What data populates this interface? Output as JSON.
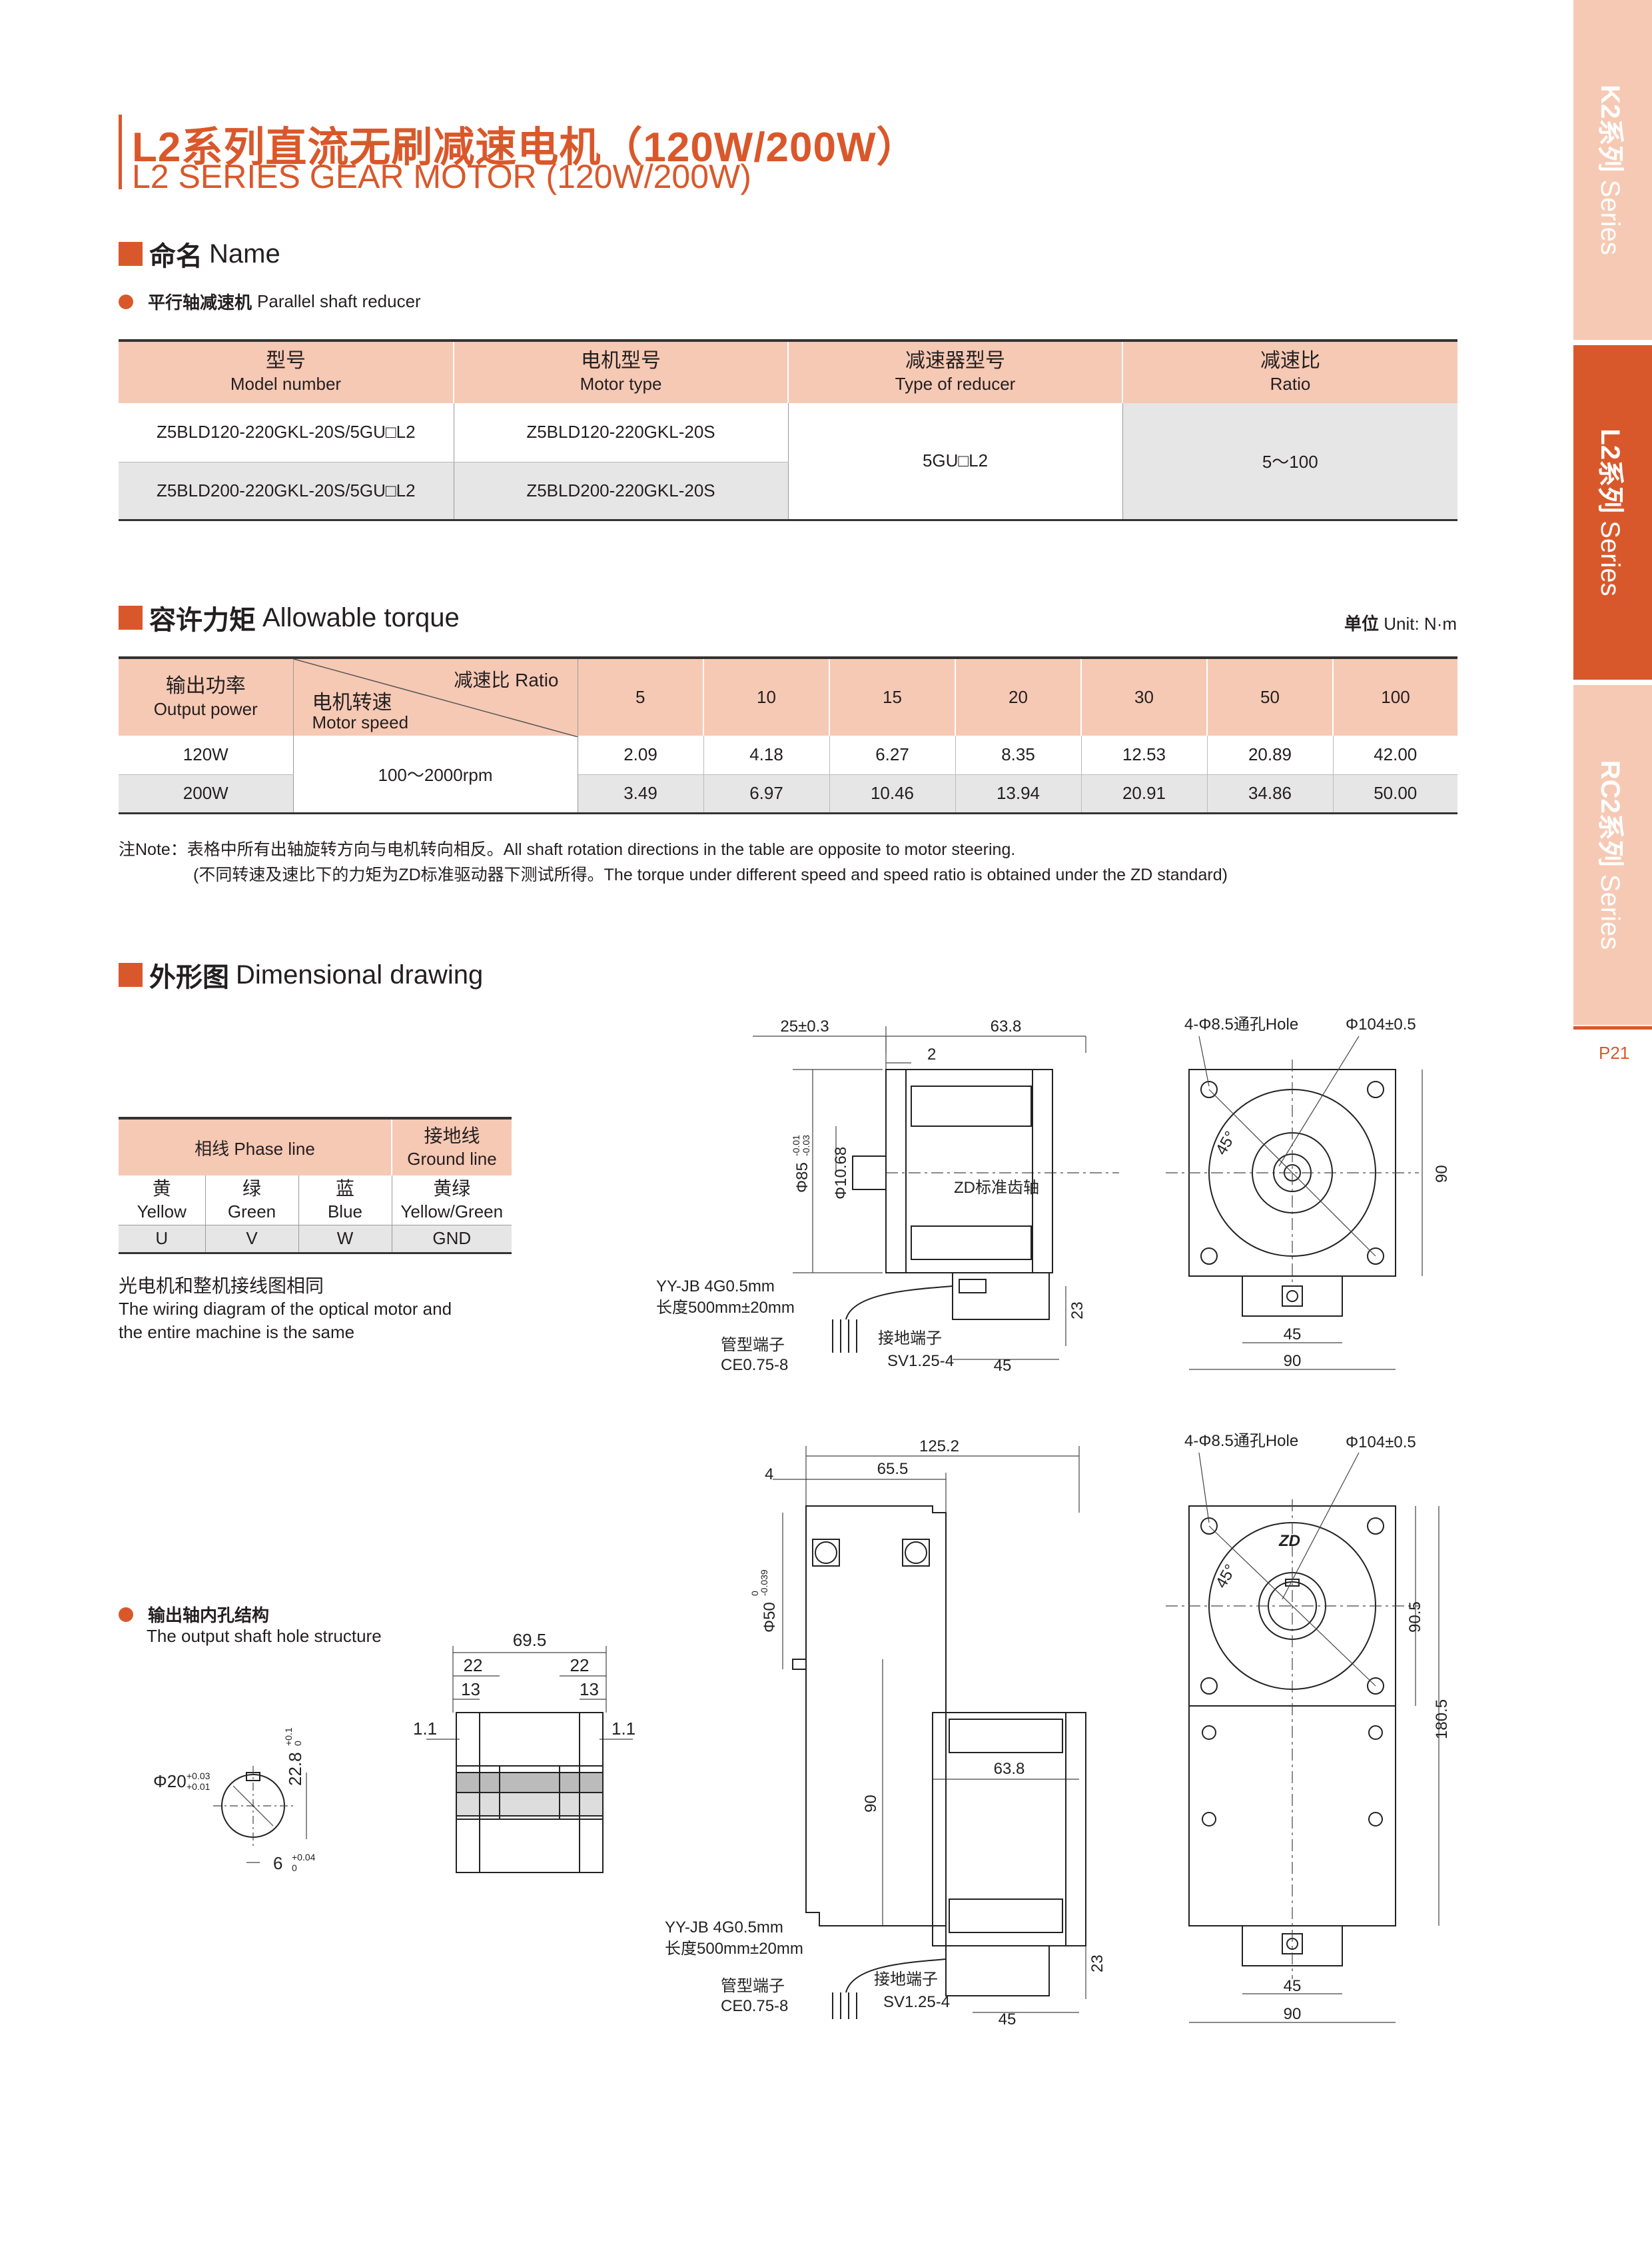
{
  "header": {
    "title_cn": "L2系列直流无刷减速电机（120W/200W）",
    "title_en": "L2 SERIES GEAR MOTOR (120W/200W)"
  },
  "side_tabs": [
    {
      "prefix": "K2系列",
      "suffix": "Series"
    },
    {
      "prefix": "L2系列",
      "suffix": "Series"
    },
    {
      "prefix": "RC2系列",
      "suffix": "Series"
    }
  ],
  "page_number": "P21",
  "naming": {
    "heading_cn": "命名",
    "heading_en": "Name",
    "sub_cn": "平行轴减速机",
    "sub_en": "Parallel shaft reducer",
    "headers": [
      {
        "cn": "型号",
        "en": "Model number"
      },
      {
        "cn": "电机型号",
        "en": "Motor type"
      },
      {
        "cn": "减速器型号",
        "en": "Type of reducer"
      },
      {
        "cn": "减速比",
        "en": "Ratio"
      }
    ],
    "rows": [
      {
        "model": "Z5BLD120-220GKL-20S/5GU□L2",
        "motor": "Z5BLD120-220GKL-20S"
      },
      {
        "model": "Z5BLD200-220GKL-20S/5GU□L2",
        "motor": "Z5BLD200-220GKL-20S"
      }
    ],
    "reducer": "5GU□L2",
    "ratio": "5～100"
  },
  "torque": {
    "heading_cn": "容许力矩",
    "heading_en": "Allowable torque",
    "unit_cn": "单位",
    "unit_en": "Unit: N·m",
    "power_cn": "输出功率",
    "power_en": "Output power",
    "ratio_label": "减速比 Ratio",
    "speed_cn": "电机转速",
    "speed_en": "Motor speed",
    "ratios": [
      "5",
      "10",
      "15",
      "20",
      "30",
      "50",
      "100"
    ],
    "speed": "100～2000rpm",
    "rows": [
      {
        "power": "120W",
        "values": [
          "2.09",
          "4.18",
          "6.27",
          "8.35",
          "12.53",
          "20.89",
          "42.00"
        ]
      },
      {
        "power": "200W",
        "values": [
          "3.49",
          "6.97",
          "10.46",
          "13.94",
          "20.91",
          "34.86",
          "50.00"
        ]
      }
    ],
    "note1": "注Note：表格中所有出轴旋转方向与电机转向相反。All shaft rotation directions in the table are opposite to motor steering.",
    "note2": "(不同转速及速比下的力矩为ZD标准驱动器下测试所得。The torque under different speed and speed ratio is obtained under the ZD standard)"
  },
  "dimension": {
    "heading_cn": "外形图",
    "heading_en": "Dimensional drawing",
    "phase_header": "相线 Phase line",
    "ground_cn": "接地线",
    "ground_en": "Ground line",
    "colors": [
      {
        "cn": "黄",
        "en": "Yellow",
        "code": "U"
      },
      {
        "cn": "绿",
        "en": "Green",
        "code": "V"
      },
      {
        "cn": "蓝",
        "en": "Blue",
        "code": "W"
      },
      {
        "cn": "黄绿",
        "en": "Yellow/Green",
        "code": "GND"
      }
    ],
    "wiring_note_cn": "光电机和整机接线图相同",
    "wiring_note_en1": "The wiring diagram of the optical motor and",
    "wiring_note_en2": "the entire machine is the same",
    "shaft_sub_cn": "输出轴内孔结构",
    "shaft_sub_en": "The output shaft hole structure"
  },
  "drawing1": {
    "d_25": "25±0.3",
    "d_63_8": "63.8",
    "d_2": "2",
    "d_phi85": "Φ85",
    "d_phi85_tol_top": "-0.01",
    "d_phi85_tol_bot": "-0.03",
    "d_phi10_68": "Φ10.68",
    "gear_label": "ZD标准齿轴",
    "cable1": "YY-JB 4G0.5mm",
    "cable2": "长度500mm±20mm",
    "tube_term": "管型端子",
    "tube_code": "CE0.75-8",
    "ground_term": "接地端子",
    "ground_code": "SV1.25-4",
    "d_23": "23",
    "d_45": "45"
  },
  "drawing2": {
    "hole": "4-Φ8.5通孔Hole",
    "phi104": "Φ104±0.5",
    "d_90": "90",
    "angle": "45°",
    "d_45": "45"
  },
  "drawing3": {
    "d_125_2": "125.2",
    "d_4": "4",
    "d_65_5": "65.5",
    "d_phi50": "Φ50",
    "d_phi50_tol_top": "0",
    "d_phi50_tol_bot": "-0.039",
    "d_90": "90",
    "d_63_8": "63.8",
    "cable1": "YY-JB 4G0.5mm",
    "cable2": "长度500mm±20mm",
    "tube_term": "管型端子",
    "tube_code": "CE0.75-8",
    "ground_term": "接地端子",
    "ground_code": "SV1.25-4",
    "d_23": "23",
    "d_45": "45"
  },
  "drawing4": {
    "hole": "4-Φ8.5通孔Hole",
    "phi104": "Φ104±0.5",
    "d_90_5": "90.5",
    "d_180_5": "180.5",
    "angle": "45°",
    "d_45": "45",
    "d_90": "90",
    "logo": "ZD"
  },
  "shaft_hole": {
    "phi20": "Φ20",
    "phi20_tol_top": "+0.03",
    "phi20_tol_bot": "+0.01",
    "d_22_8": "22.8",
    "d_22_8_tol_top": "+0.1",
    "d_22_8_tol_bot": "0",
    "d_6": "6",
    "d_6_tol_top": "+0.04",
    "d_6_tol_bot": "0"
  },
  "shaft_section": {
    "d_69_5": "69.5",
    "d_22": "22",
    "d_13": "13",
    "d_1_1": "1.1"
  }
}
